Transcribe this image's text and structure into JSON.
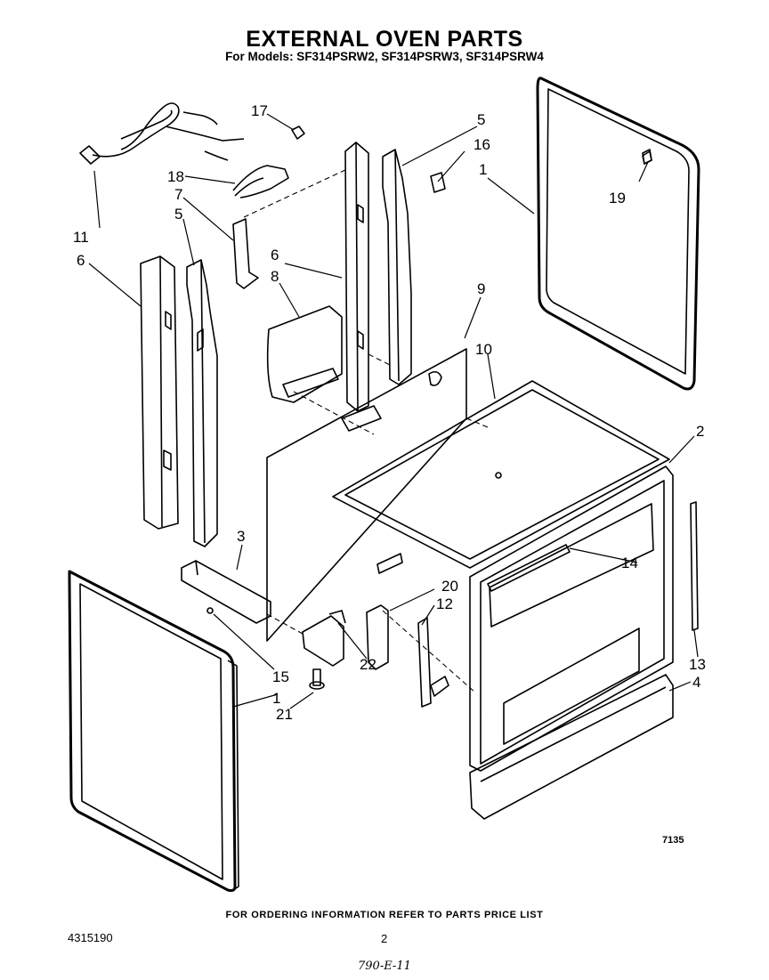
{
  "header": {
    "title": "EXTERNAL OVEN PARTS",
    "subtitle": "For Models: SF314PSRW2, SF314PSRW3, SF314PSRW4"
  },
  "callouts": {
    "c1_right": "1",
    "c1_left": "1",
    "c2": "2",
    "c3": "3",
    "c4": "4",
    "c5_right": "5",
    "c5_left": "5",
    "c6_left": "6",
    "c6_center": "6",
    "c7": "7",
    "c8": "8",
    "c9": "9",
    "c10": "10",
    "c11": "11",
    "c12": "12",
    "c13": "13",
    "c14": "14",
    "c15": "15",
    "c16": "16",
    "c17": "17",
    "c18": "18",
    "c19": "19",
    "c20": "20",
    "c21": "21",
    "c22": "22"
  },
  "footer": {
    "ordering_note": "FOR ORDERING INFORMATION REFER TO PARTS PRICE LIST",
    "doc_number": "4315190",
    "page_number": "2",
    "drawing_id": "7135",
    "handwritten_note": "790-E-11"
  }
}
